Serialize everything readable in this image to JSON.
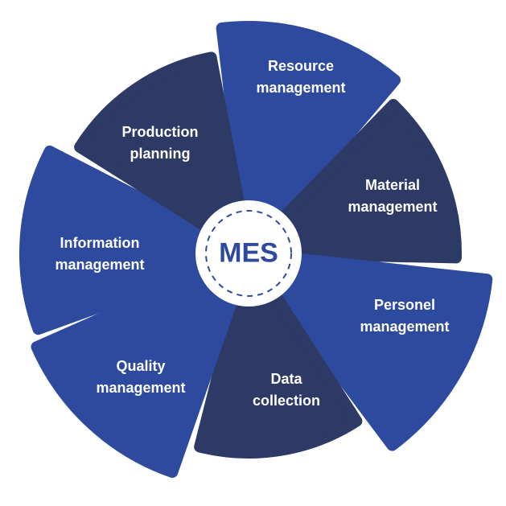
{
  "center": {
    "title": "MES"
  },
  "colors": {
    "blue": "#2E4A9E",
    "dark": "#2D3A66",
    "gap": "#ffffff"
  },
  "segments": [
    {
      "line1": "Resource",
      "line2": "management",
      "color": "blue"
    },
    {
      "line1": "Material",
      "line2": "management",
      "color": "dark"
    },
    {
      "line1": "Personel",
      "line2": "management",
      "color": "blue"
    },
    {
      "line1": "Data",
      "line2": "collection",
      "color": "dark"
    },
    {
      "line1": "Quality",
      "line2": "management",
      "color": "blue"
    },
    {
      "line1": "Information",
      "line2": "management",
      "color": "blue"
    },
    {
      "line1": "Production",
      "line2": "planning",
      "color": "dark"
    }
  ]
}
